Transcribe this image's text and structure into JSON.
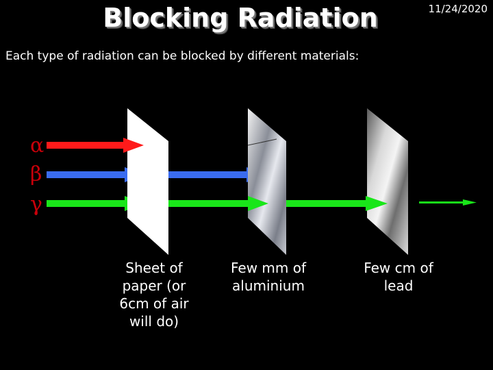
{
  "header": {
    "title": "Blocking Radiation",
    "date": "11/24/2020"
  },
  "intro": "Each type of radiation can be blocked by different materials:",
  "radiation": [
    {
      "symbol": "α",
      "color": "#ff1a1a"
    },
    {
      "symbol": "β",
      "color": "#3a6cf0"
    },
    {
      "symbol": "γ",
      "color": "#19e619"
    }
  ],
  "materials": [
    {
      "label": "Sheet of paper (or 6cm of air will do)",
      "lines": [
        "Sheet of",
        "paper (or",
        "6cm of air",
        "will do)"
      ]
    },
    {
      "label": "Few mm of aluminium",
      "lines": [
        "Few mm of",
        "aluminium"
      ]
    },
    {
      "label": "Few cm of lead",
      "lines": [
        "Few cm of",
        "lead"
      ]
    }
  ],
  "colors": {
    "background": "#000000",
    "greek_label": "#c8000a",
    "paper": "#ffffff"
  }
}
